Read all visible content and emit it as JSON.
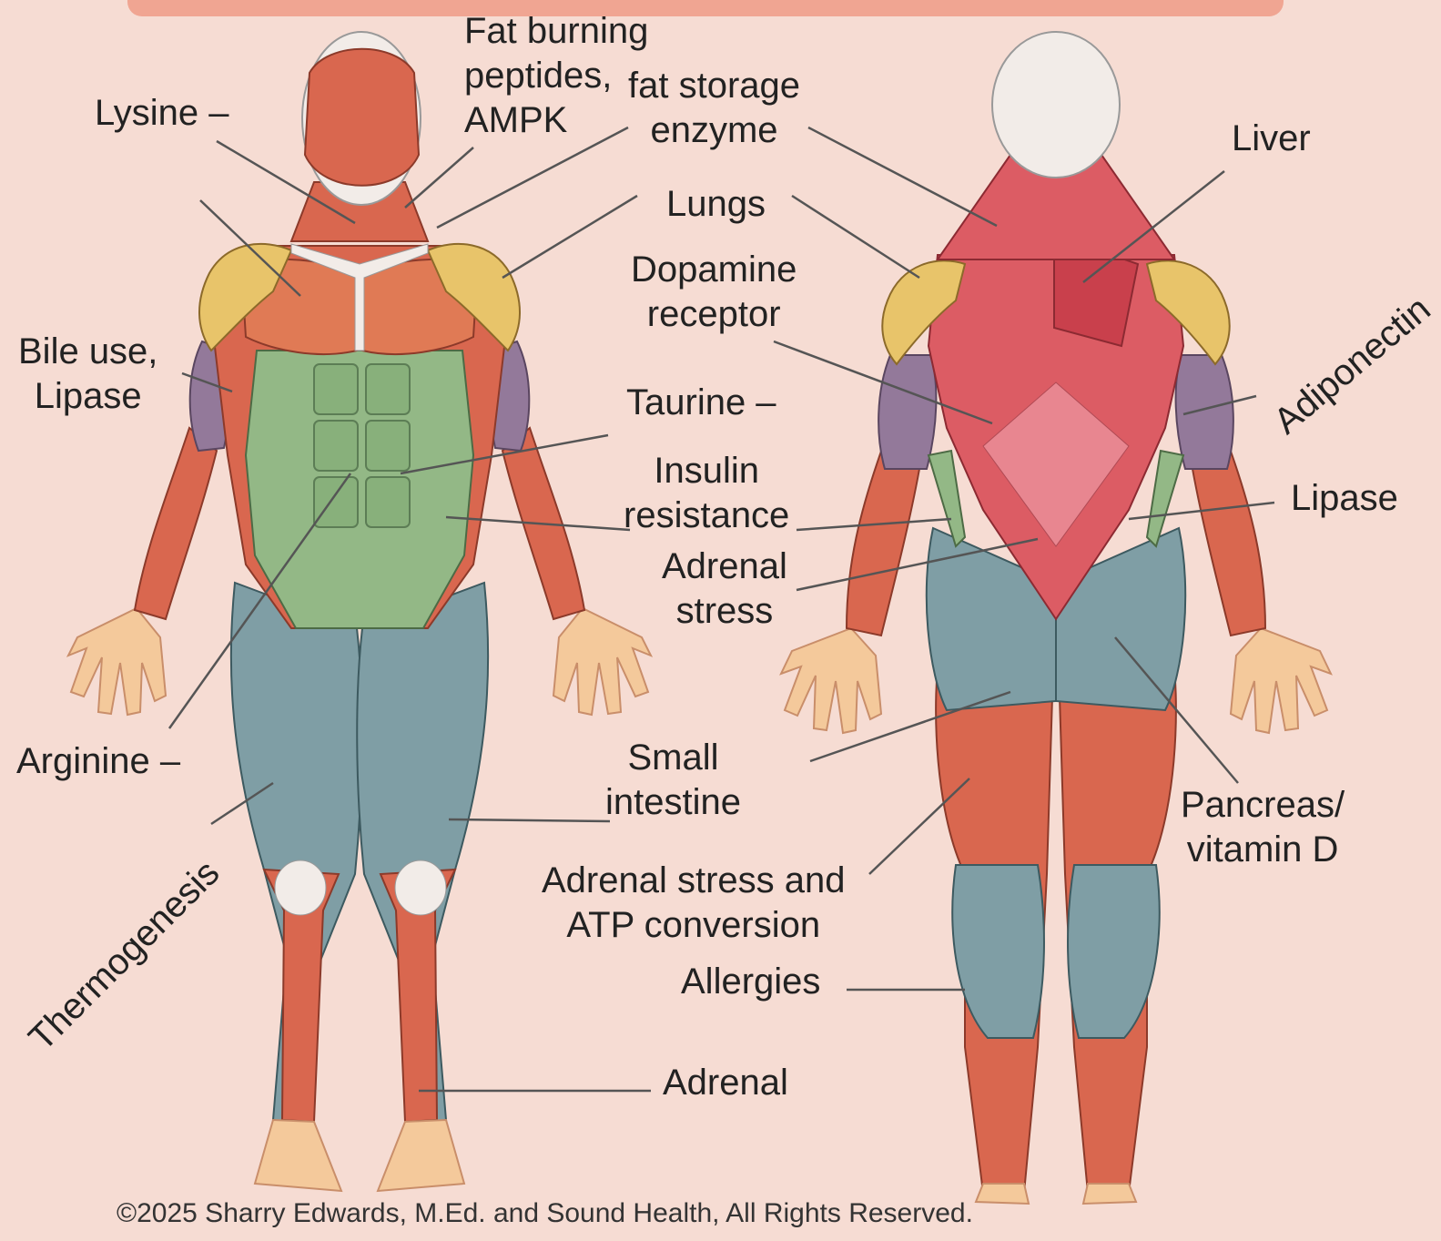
{
  "labels": {
    "fat_burning": "Fat burning\npeptides,\nAMPK",
    "fat_storage": "fat storage\nenzyme",
    "lysine": "Lysine –",
    "liver": "Liver",
    "lungs": "Lungs",
    "dopamine": "Dopamine\nreceptor",
    "bile": "Bile use,\nLipase",
    "adiponectin": "Adiponectin",
    "taurine": "Taurine –",
    "insulin": "Insulin\nresistance",
    "lipase": "Lipase",
    "adrenal_stress": "Adrenal\nstress",
    "arginine": "Arginine –",
    "small_intestine": "Small\nintestine",
    "pancreas": "Pancreas/\nvitamin D",
    "thermogenesis": "Thermogenesis",
    "adrenal_atp": "Adrenal stress and\nATP conversion",
    "allergies": "Allergies",
    "adrenal": "Adrenal"
  },
  "copyright": "©2025 Sharry Edwards, M.Ed. and Sound Health, All Rights Reserved.",
  "colors": {
    "background": "#f6dcd3",
    "banner": "#f0a592",
    "muscle_red": "#d9674f",
    "shoulder_yellow": "#e8c46a",
    "arm_purple": "#93799a",
    "abdomen_green": "#93b886",
    "thigh_blue": "#7f9ea5",
    "back_red": "#dc5c64",
    "skin": "#f4c99b"
  }
}
